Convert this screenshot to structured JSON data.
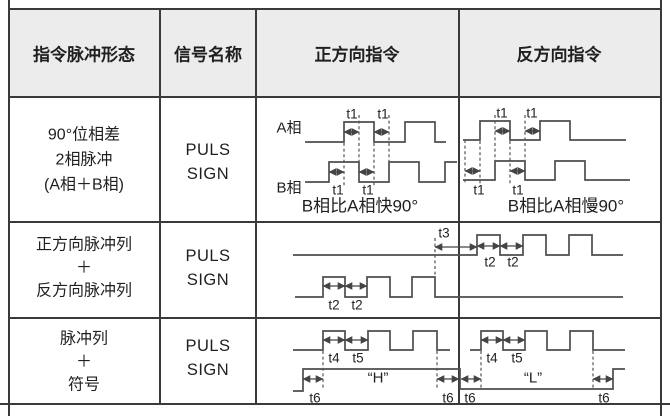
{
  "header": {
    "col1": "指令脉冲形态",
    "col2": "信号名称",
    "col3": "正方向指令",
    "col4": "反方向指令"
  },
  "rows": {
    "row1": {
      "form_line1": "90°位相差",
      "form_line2": "2相脉冲",
      "form_line3": "(A相＋B相)",
      "signal_line1": "PULS",
      "signal_line2": "SIGN"
    },
    "row2": {
      "form_line1": "正方向脉冲列",
      "form_line2": "＋",
      "form_line3": "反方向脉冲列",
      "signal_line1": "PULS",
      "signal_line2": "SIGN"
    },
    "row3": {
      "form_line1": "脉冲列",
      "form_line2": "＋",
      "form_line3": "符号",
      "signal_line1": "PULS",
      "signal_line2": "SIGN"
    }
  },
  "diagram": {
    "phase_a": "A相",
    "phase_b": "B相",
    "t1": "t1",
    "t2": "t2",
    "t3": "t3",
    "t4": "t4",
    "t5": "t5",
    "t6": "t6",
    "forward_caption": "B相比A相快90°",
    "reverse_caption": "B相比A相慢90°",
    "sign_high": "“H”",
    "sign_low": "“L”"
  },
  "colors": {
    "grid_line": "#3a3a3a",
    "waveform_line": "#4d4d4d",
    "header_bg": "#ececec",
    "text": "#1f1f1f"
  }
}
